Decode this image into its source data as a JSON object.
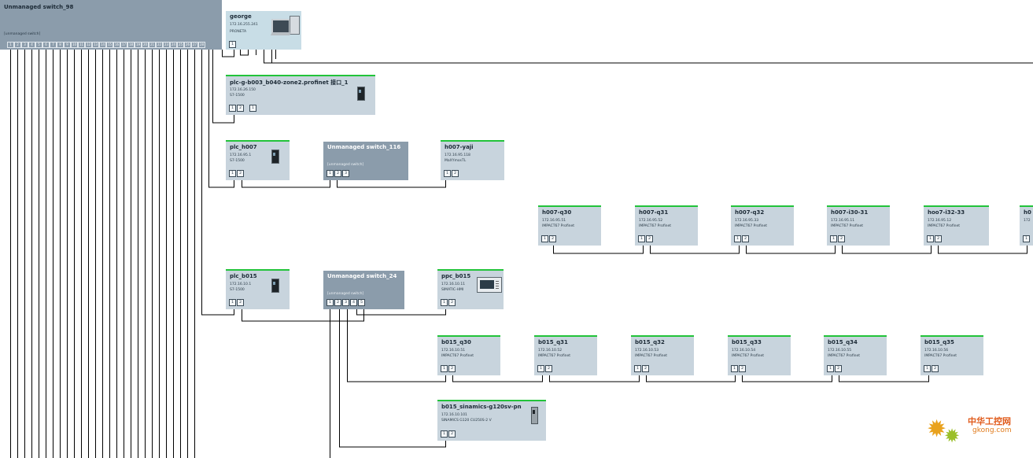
{
  "top_switch": {
    "name": "Unmanaged switch_98",
    "type": "[unmanaged switch]",
    "ports": [
      "1",
      "2",
      "3",
      "4",
      "5",
      "6",
      "7",
      "8",
      "9",
      "10",
      "11",
      "12",
      "13",
      "14",
      "15",
      "16",
      "17",
      "18",
      "19",
      "20",
      "21",
      "22",
      "23",
      "24",
      "25",
      "26",
      "27",
      "28"
    ]
  },
  "host": {
    "name": "george",
    "ip": "172.16.255.241",
    "type": "PRONETA",
    "ports": [
      "1"
    ]
  },
  "plc_zone2": {
    "name": "plc-g-b003_b040-zone2.profinet 接口_1",
    "ip": "172.16.26.150",
    "type": "S7-1500",
    "ports": [
      "1",
      "2"
    ],
    "extra_port": "1"
  },
  "plc_h007": {
    "name": "plc_h007",
    "ip": "172.16.95.1",
    "type": "S7-1500",
    "ports": [
      "1",
      "2"
    ]
  },
  "switch_116": {
    "name": "Unmanaged switch_116",
    "type": "[unmanaged switch]",
    "ports": [
      "1",
      "2",
      "3"
    ]
  },
  "h007_yaji": {
    "name": "h007-yaji",
    "ip": "172.16.95.118",
    "type": "MaXYmosTL",
    "ports": [
      "1",
      "2"
    ]
  },
  "h007_devices": [
    {
      "name": "h007-q30",
      "ip": "172.16.95.51",
      "type": "IMPACT67 Profinet",
      "ports": [
        "1",
        "2"
      ]
    },
    {
      "name": "h007-q31",
      "ip": "172.16.95.52",
      "type": "IMPACT67 Profinet",
      "ports": [
        "1",
        "2"
      ]
    },
    {
      "name": "h007-q32",
      "ip": "172.16.95.33",
      "type": "IMPACT67 Profinet",
      "ports": [
        "1",
        "2"
      ]
    },
    {
      "name": "h007-i30-31",
      "ip": "172.16.95.11",
      "type": "IMPACT67 Profinet",
      "ports": [
        "1",
        "2"
      ]
    },
    {
      "name": "hoo7-i32-33",
      "ip": "172.16.95.12",
      "type": "IMPACT67 Profinet",
      "ports": [
        "1",
        "2"
      ]
    },
    {
      "name": "h0",
      "ip": "172",
      "type": "",
      "ports": [
        "1"
      ]
    }
  ],
  "plc_b015": {
    "name": "plc_b015",
    "ip": "172.16.10.1",
    "type": "S7-1500",
    "ports": [
      "1",
      "2"
    ]
  },
  "switch_24": {
    "name": "Unmanaged switch_24",
    "type": "[unmanaged switch]",
    "ports": [
      "1",
      "2",
      "3",
      "4",
      "5"
    ]
  },
  "ppc_b015": {
    "name": "ppc_b015",
    "ip": "172.16.10.11",
    "type": "SIMATIC-HMI",
    "ports": [
      "1",
      "2"
    ]
  },
  "b015_devices": [
    {
      "name": "b015_q30",
      "ip": "172.16.10.51",
      "type": "IMPACT67 Profinet",
      "ports": [
        "1",
        "2"
      ]
    },
    {
      "name": "b015_q31",
      "ip": "172.16.10.52",
      "type": "IMPACT67 Profinet",
      "ports": [
        "1",
        "2"
      ]
    },
    {
      "name": "b015_q32",
      "ip": "172.16.10.53",
      "type": "IMPACT67 Profinet",
      "ports": [
        "1",
        "2"
      ]
    },
    {
      "name": "b015_q33",
      "ip": "172.16.10.54",
      "type": "IMPACT67 Profinet",
      "ports": [
        "1",
        "2"
      ]
    },
    {
      "name": "b015_q34",
      "ip": "172.16.10.55",
      "type": "IMPACT67 Profinet",
      "ports": [
        "1",
        "2"
      ]
    },
    {
      "name": "b015_q35",
      "ip": "172.16.10.56",
      "type": "IMPACT67 Profinet",
      "ports": [
        "1",
        "2"
      ]
    }
  ],
  "sinamics": {
    "name": "b015_sinamics-g120sv-pn",
    "ip": "172.16.10.101",
    "type": "SINAMICS G120 CU250S-2 V",
    "ports": [
      "1",
      "2"
    ]
  },
  "watermark": {
    "cn": "中华工控网",
    "en": "gkong.com"
  },
  "colors": {
    "device_bg": "#c8d4dd",
    "switch_bg": "#8b9cab",
    "status_green": "#22c33a",
    "host_bg": "#c8dde6",
    "line": "#000000"
  }
}
